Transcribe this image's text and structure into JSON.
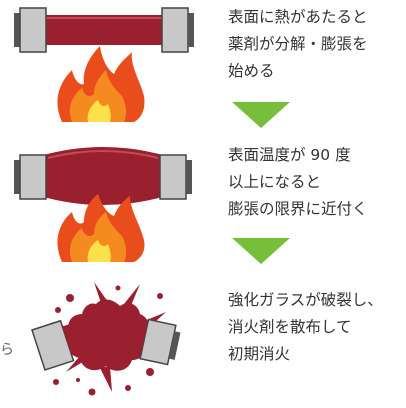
{
  "steps": [
    {
      "lines": [
        "表面に熱があたると",
        "薬剤が分解・膨張を",
        "始める"
      ],
      "stage": "heating"
    },
    {
      "lines": [
        "表面温度が 90 度",
        "以上になると",
        "膨張の限界に近付く"
      ],
      "stage": "expanding"
    },
    {
      "lines": [
        "強化ガラスが破裂し、",
        "消火剤を散布して",
        "初期消火"
      ],
      "stage": "burst"
    }
  ],
  "edge_mark": "ら",
  "colors": {
    "tube_red": "#9a1f2f",
    "cap_gray": "#c8c8c8",
    "flame_outer": "#ea4d1c",
    "flame_mid": "#f58a21",
    "flame_inner": "#fde14a",
    "arrow_green": "#77bf3a",
    "caption_text": "#333333"
  },
  "icons": [
    "cylinder-tube",
    "flame",
    "down-arrow",
    "splash",
    "broken-cap"
  ]
}
